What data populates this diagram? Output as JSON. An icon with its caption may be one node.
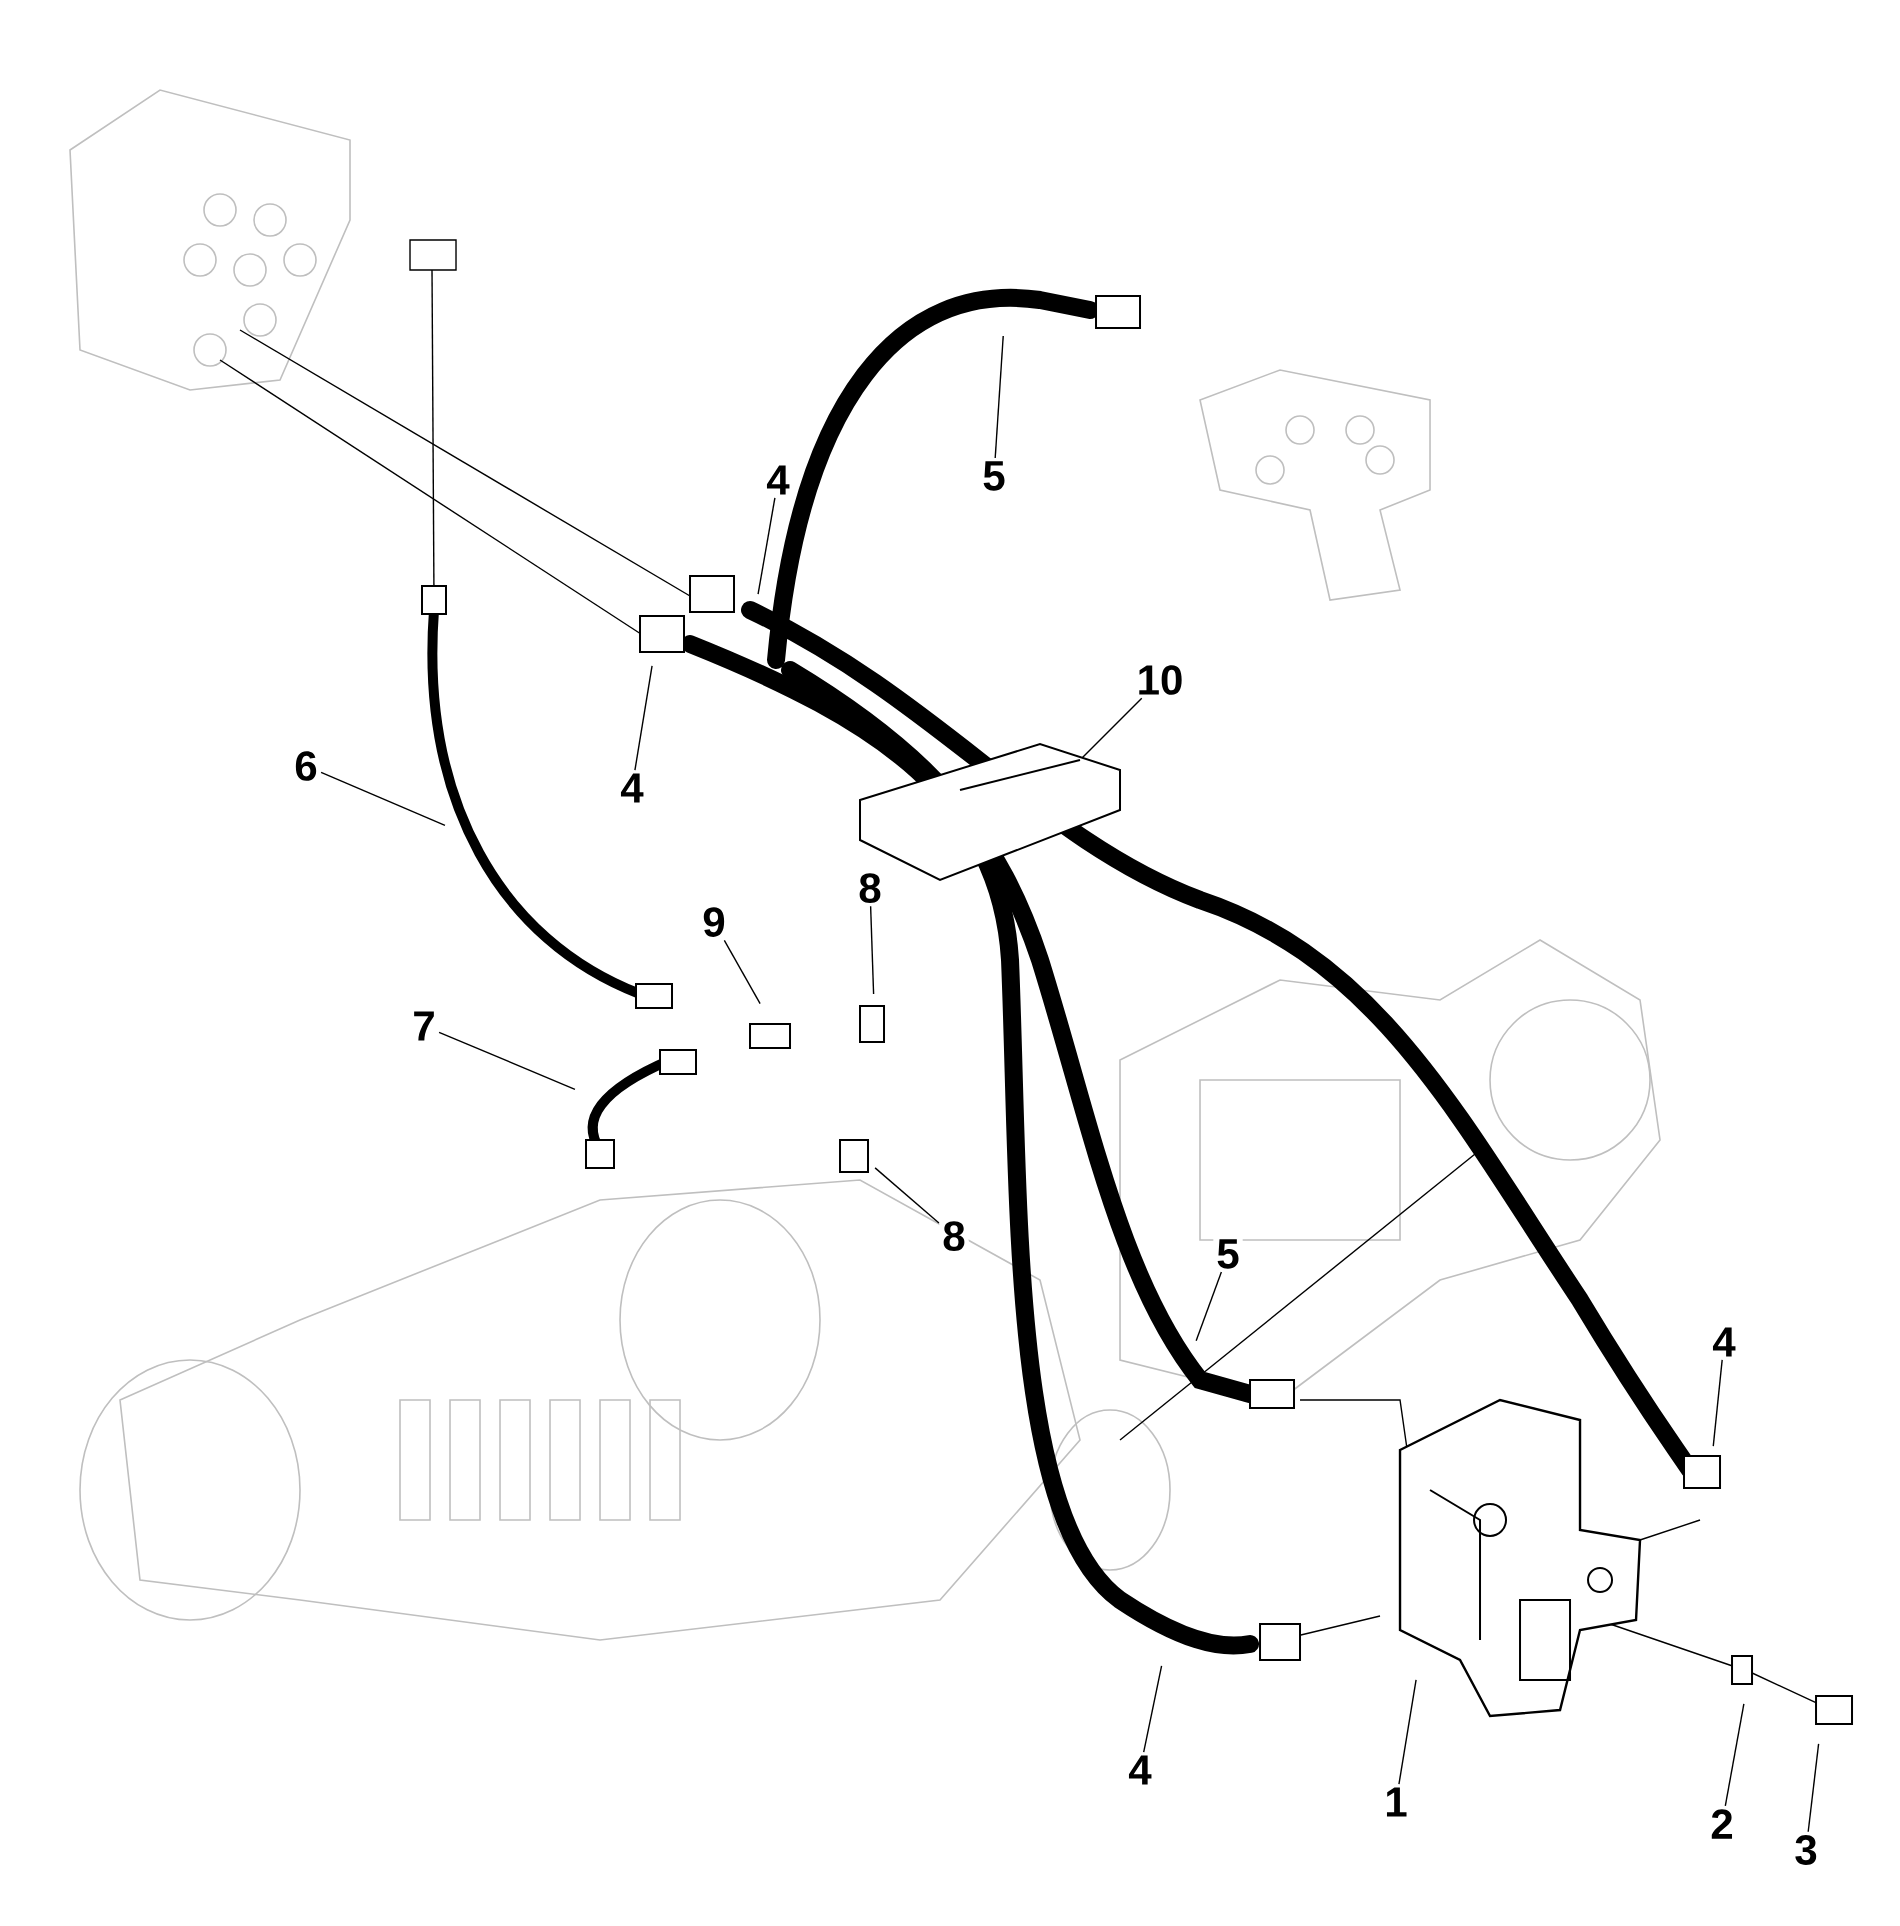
{
  "diagram": {
    "nodes": [
      {
        "text": [
          "4"
        ]
      },
      {
        "text": [
          "5"
        ]
      },
      {
        "text": [
          "10"
        ]
      },
      {
        "text": [
          "6"
        ]
      },
      {
        "text": [
          "4"
        ]
      },
      {
        "text": [
          "8"
        ]
      },
      {
        "text": [
          "9"
        ]
      },
      {
        "text": [
          "7"
        ]
      },
      {
        "text": [
          "8"
        ]
      },
      {
        "text": [
          "5"
        ]
      },
      {
        "text": [
          "4"
        ]
      },
      {
        "text": [
          "4"
        ]
      },
      {
        "text": [
          "1"
        ]
      },
      {
        "text": [
          "2"
        ]
      },
      {
        "text": [
          "3"
        ]
      }
    ],
    "edges": [
      {
        "from": 0,
        "to": null,
        "arrow": "none"
      },
      {
        "from": 1,
        "to": null,
        "arrow": "none"
      },
      {
        "from": 2,
        "to": null,
        "arrow": "none"
      },
      {
        "from": 3,
        "to": null,
        "arrow": "none"
      },
      {
        "from": 4,
        "to": null,
        "arrow": "none"
      },
      {
        "from": 5,
        "to": null,
        "arrow": "none"
      },
      {
        "from": 6,
        "to": null,
        "arrow": "none"
      },
      {
        "from": 7,
        "to": null,
        "arrow": "none"
      },
      {
        "from": 8,
        "to": null,
        "arrow": "none"
      },
      {
        "from": 9,
        "to": null,
        "arrow": "none"
      },
      {
        "from": 10,
        "to": null,
        "arrow": "none"
      },
      {
        "from": 11,
        "to": null,
        "arrow": "none"
      },
      {
        "from": 12,
        "to": null,
        "arrow": "none"
      },
      {
        "from": 13,
        "to": null,
        "arrow": "none"
      },
      {
        "from": 14,
        "to": null,
        "arrow": "none"
      }
    ]
  }
}
